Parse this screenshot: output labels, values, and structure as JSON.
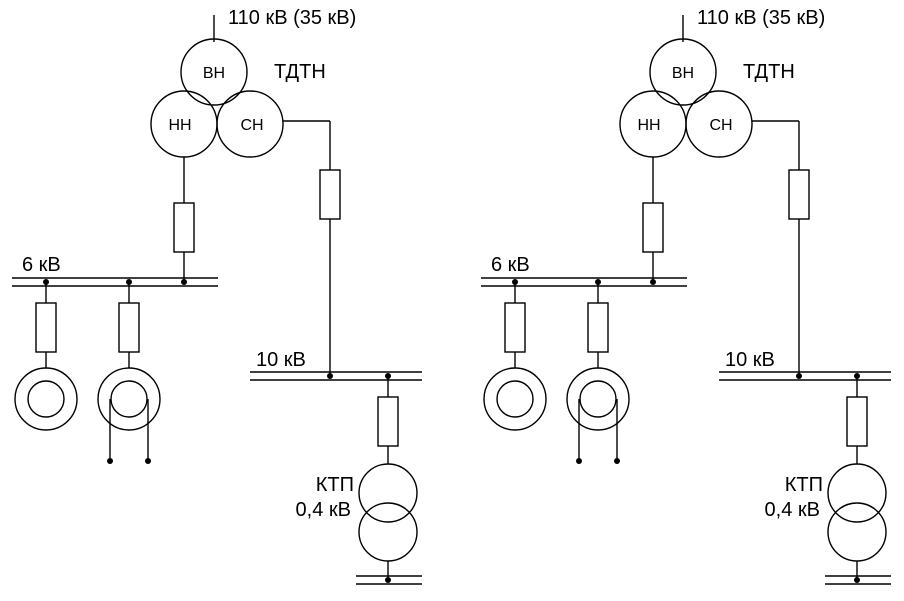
{
  "schemes": [
    {
      "supply_voltage": "110 кВ (35 кВ)",
      "transformer_type": "ТДТН",
      "winding_hv": "ВН",
      "winding_lv": "НН",
      "winding_mv": "СН",
      "bus_6kv": "6 кВ",
      "bus_10kv": "10 кВ",
      "ktp_name": "КТП",
      "ktp_voltage": "0,4 кВ"
    },
    {
      "supply_voltage": "110 кВ (35 кВ)",
      "transformer_type": "ТДТН",
      "winding_hv": "ВН",
      "winding_lv": "НН",
      "winding_mv": "СН",
      "bus_6kv": "6 кВ",
      "bus_10kv": "10 кВ",
      "ktp_name": "КТП",
      "ktp_voltage": "0,4 кВ"
    }
  ]
}
